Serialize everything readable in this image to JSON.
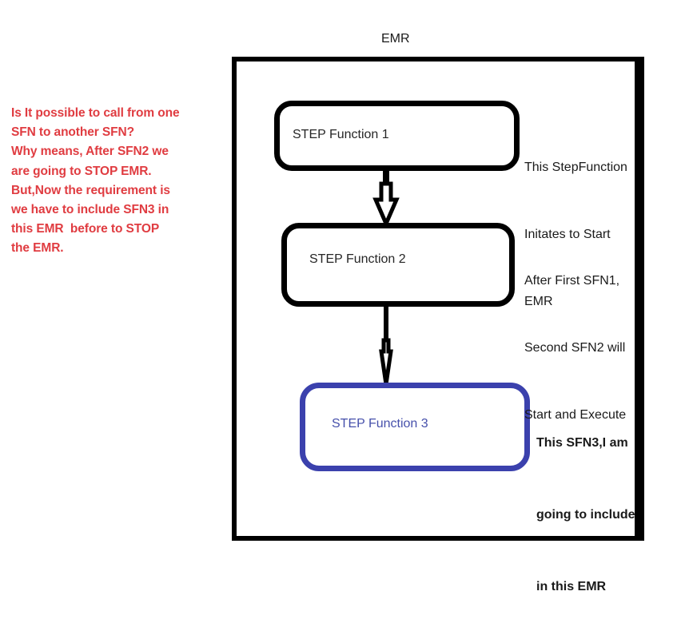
{
  "diagram": {
    "container": {
      "title": "EMR",
      "border_color": "#000000"
    },
    "note_block": {
      "color": "#e03c41",
      "lines": [
        "Is It possible to call from one",
        "SFN to another SFN?",
        "Why means, After SFN2 we",
        "are going to STOP EMR.",
        "But,Now the requirement is",
        "we have to include SFN3 in",
        "this EMR  before to STOP",
        "the EMR."
      ]
    },
    "steps": [
      {
        "label": "STEP Function 1",
        "border_color": "#000000",
        "text_color": "#262626"
      },
      {
        "label": "STEP Function 2",
        "border_color": "#000000",
        "text_color": "#262626"
      },
      {
        "label": "STEP Function 3",
        "border_color": "#3b41ad",
        "text_color": "#4650ab"
      }
    ],
    "side_notes": [
      {
        "lines": [
          "This StepFunction",
          "Initates to Start",
          "EMR"
        ],
        "bold": false
      },
      {
        "lines": [
          "After First SFN1,",
          "Second SFN2 will",
          "Start and Execute"
        ],
        "bold": false
      },
      {
        "lines": [
          "This SFN3,I am",
          "going to include",
          "in this EMR"
        ],
        "bold": true
      }
    ],
    "arrows": [
      {
        "name": "arrow-step1-to-step2",
        "style": "hollow-block-arrow",
        "color": "#000000"
      },
      {
        "name": "arrow-step2-to-step3",
        "style": "thin-line-arrow",
        "color": "#000000"
      }
    ]
  }
}
